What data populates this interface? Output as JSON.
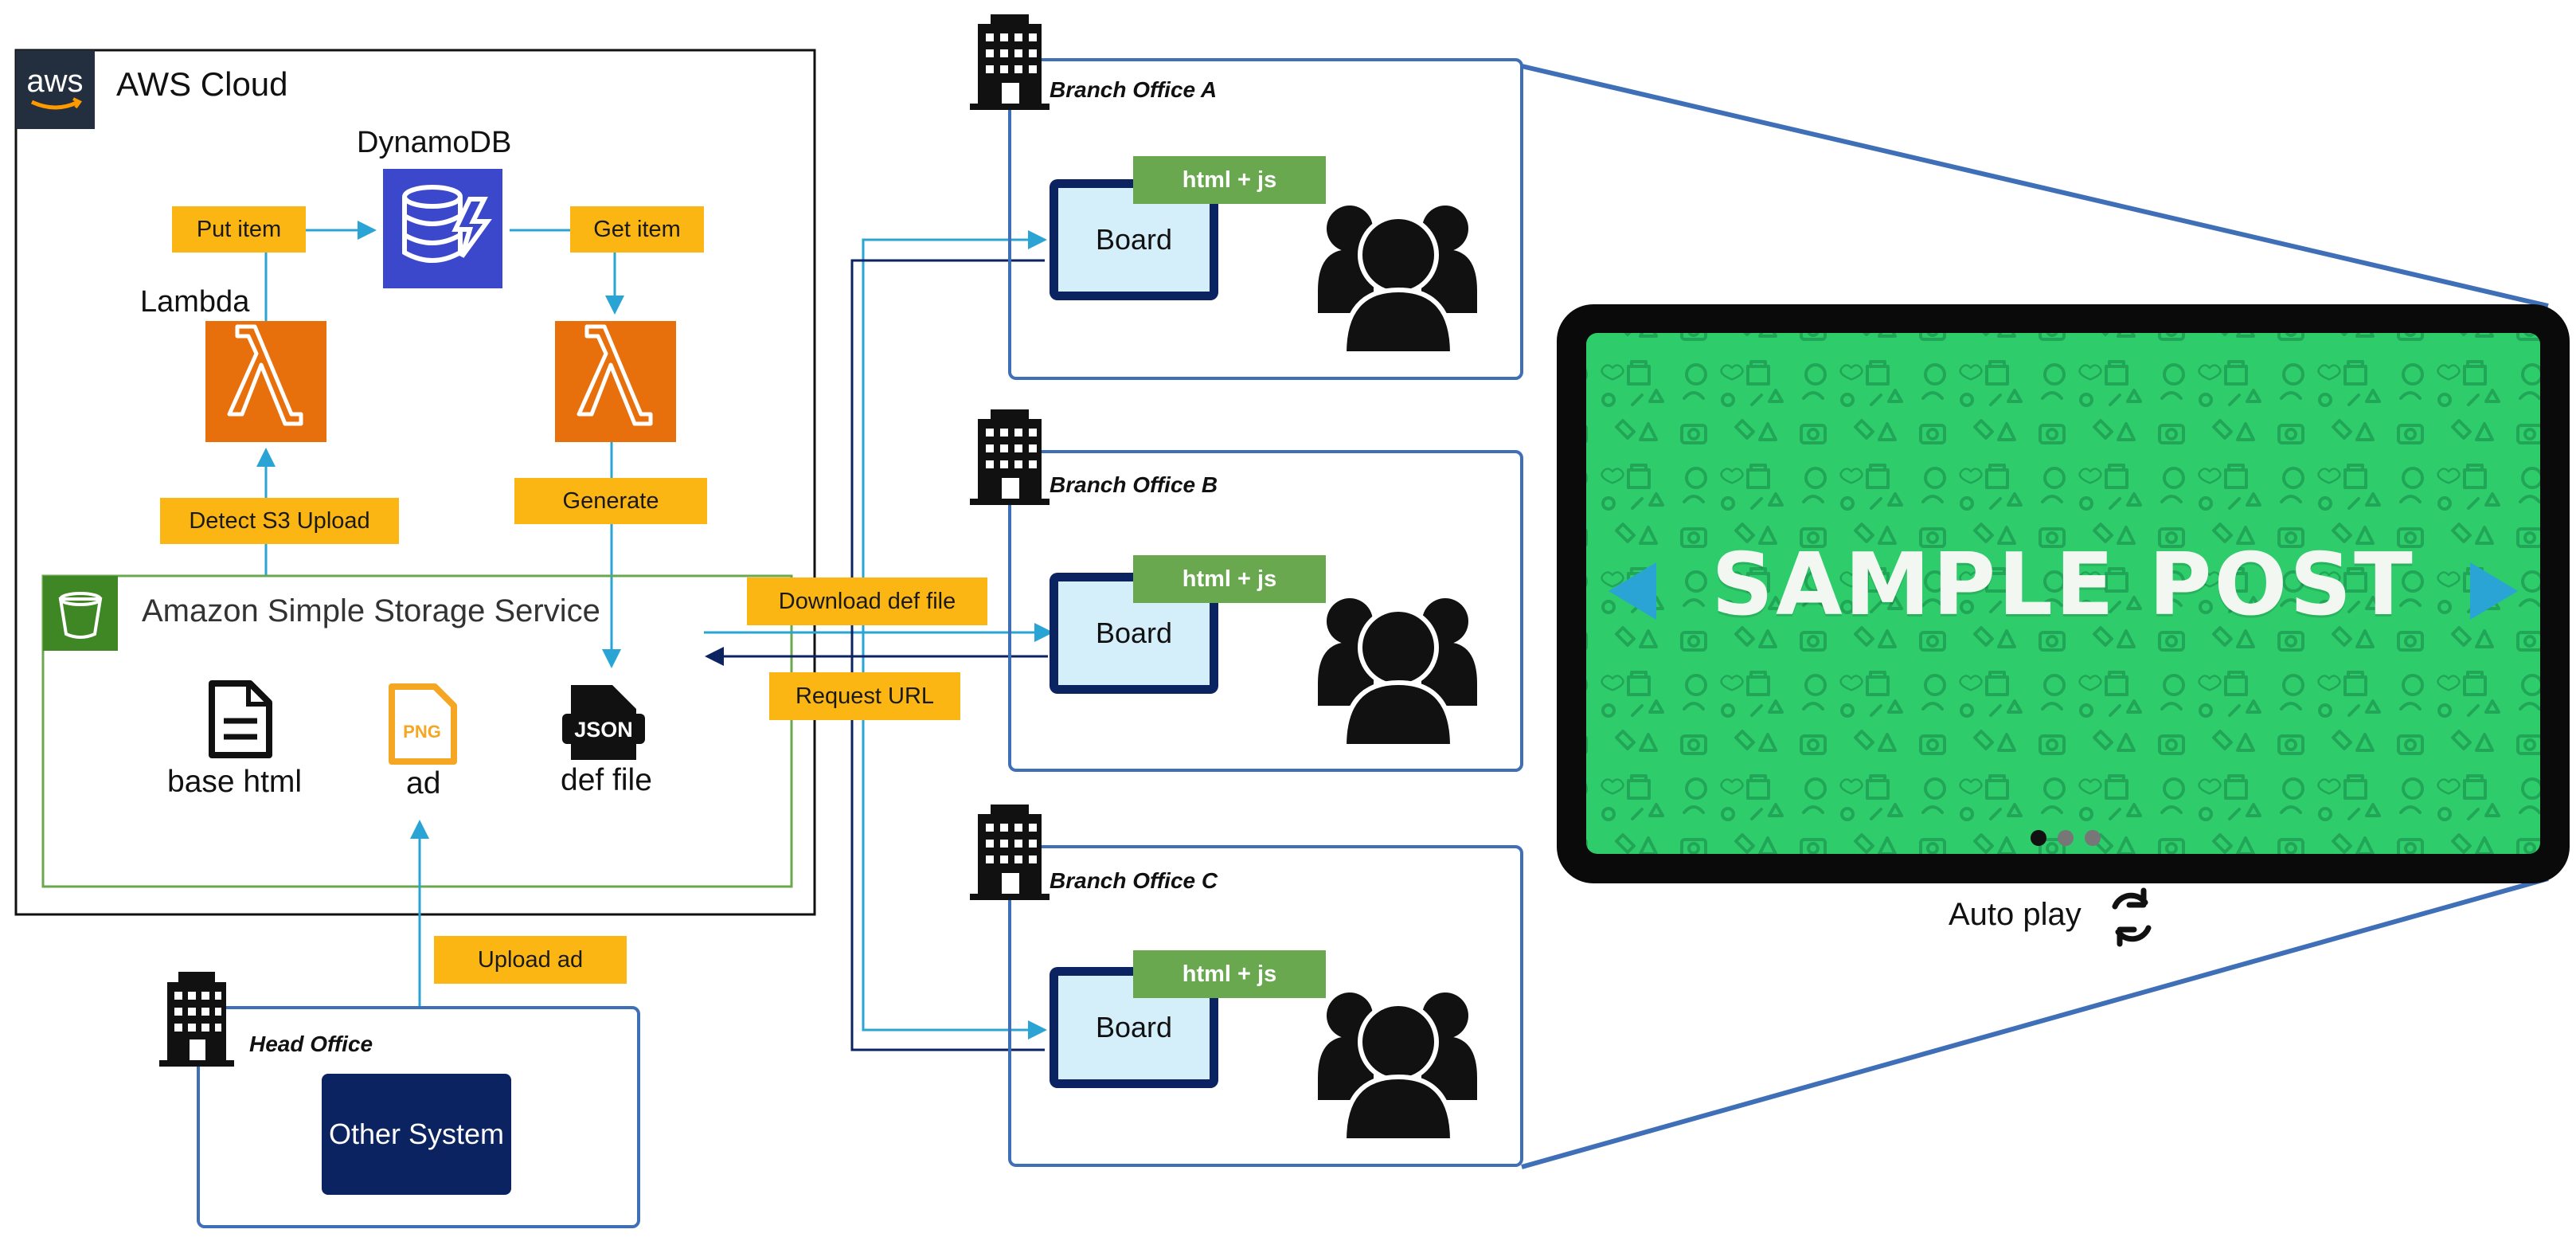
{
  "colors": {
    "arrow_light": "#2aa4d5",
    "arrow_dark": "#0b2360",
    "office_border": "#3f6fb6",
    "s3_border": "#6aa84f",
    "label_bg": "#fbb614",
    "tag_bg": "#6aa84f",
    "lambda_orange": "#e7700d",
    "dynamodb_blue": "#3b48cc",
    "board_blue": "#d4eefa",
    "screen_green": "#2ecc6a"
  },
  "aws": {
    "logo_text": "aws",
    "title": "AWS Cloud",
    "dynamodb_label": "DynamoDB",
    "lambda_label": "Lambda",
    "put_item": "Put item",
    "get_item": "Get item",
    "detect_s3_upload": "Detect S3 Upload",
    "generate": "Generate"
  },
  "s3": {
    "title": "Amazon Simple Storage Service",
    "files": [
      {
        "icon": "document-icon",
        "label": "base html"
      },
      {
        "icon": "png-file-icon",
        "label": "ad",
        "badge": "PNG"
      },
      {
        "icon": "json-file-icon",
        "label": "def file",
        "badge": "JSON"
      }
    ]
  },
  "connections": {
    "download_def_file": "Download def file",
    "request_url": "Request URL",
    "upload_ad": "Upload ad"
  },
  "head_office": {
    "title": "Head Office",
    "system": "Other System"
  },
  "branch_offices": [
    {
      "title": "Branch Office A",
      "tag": "html + js",
      "board": "Board"
    },
    {
      "title": "Branch Office B",
      "tag": "html + js",
      "board": "Board"
    },
    {
      "title": "Branch Office C",
      "tag": "html + js",
      "board": "Board"
    }
  ],
  "display": {
    "headline": "SAMPLE POST",
    "autoplay_label": "Auto play",
    "slide_count": 3,
    "active_slide": 1
  }
}
